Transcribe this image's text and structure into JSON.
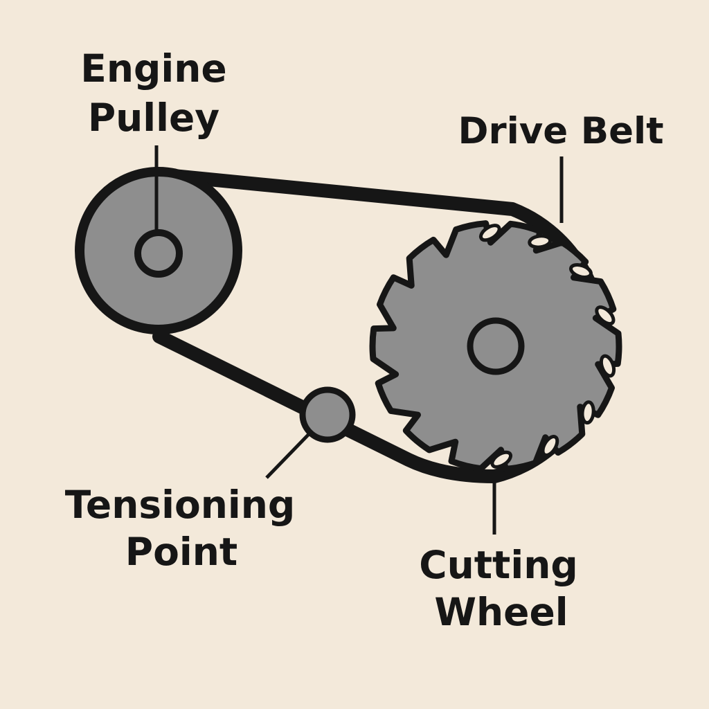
{
  "labels": {
    "engine_pulley": {
      "line1": "Engine",
      "line2": "Pulley"
    },
    "drive_belt": {
      "line1": "Drive Belt"
    },
    "tensioning_point": {
      "line1": "Tensioning",
      "line2": "Point"
    },
    "cutting_wheel": {
      "line1": "Cutting",
      "line2": "Wheel"
    }
  },
  "colors": {
    "background": "#f3e9da",
    "outline": "#161616",
    "part_fill": "#8e8e8e",
    "tooth_gap": "#f3e9da"
  }
}
